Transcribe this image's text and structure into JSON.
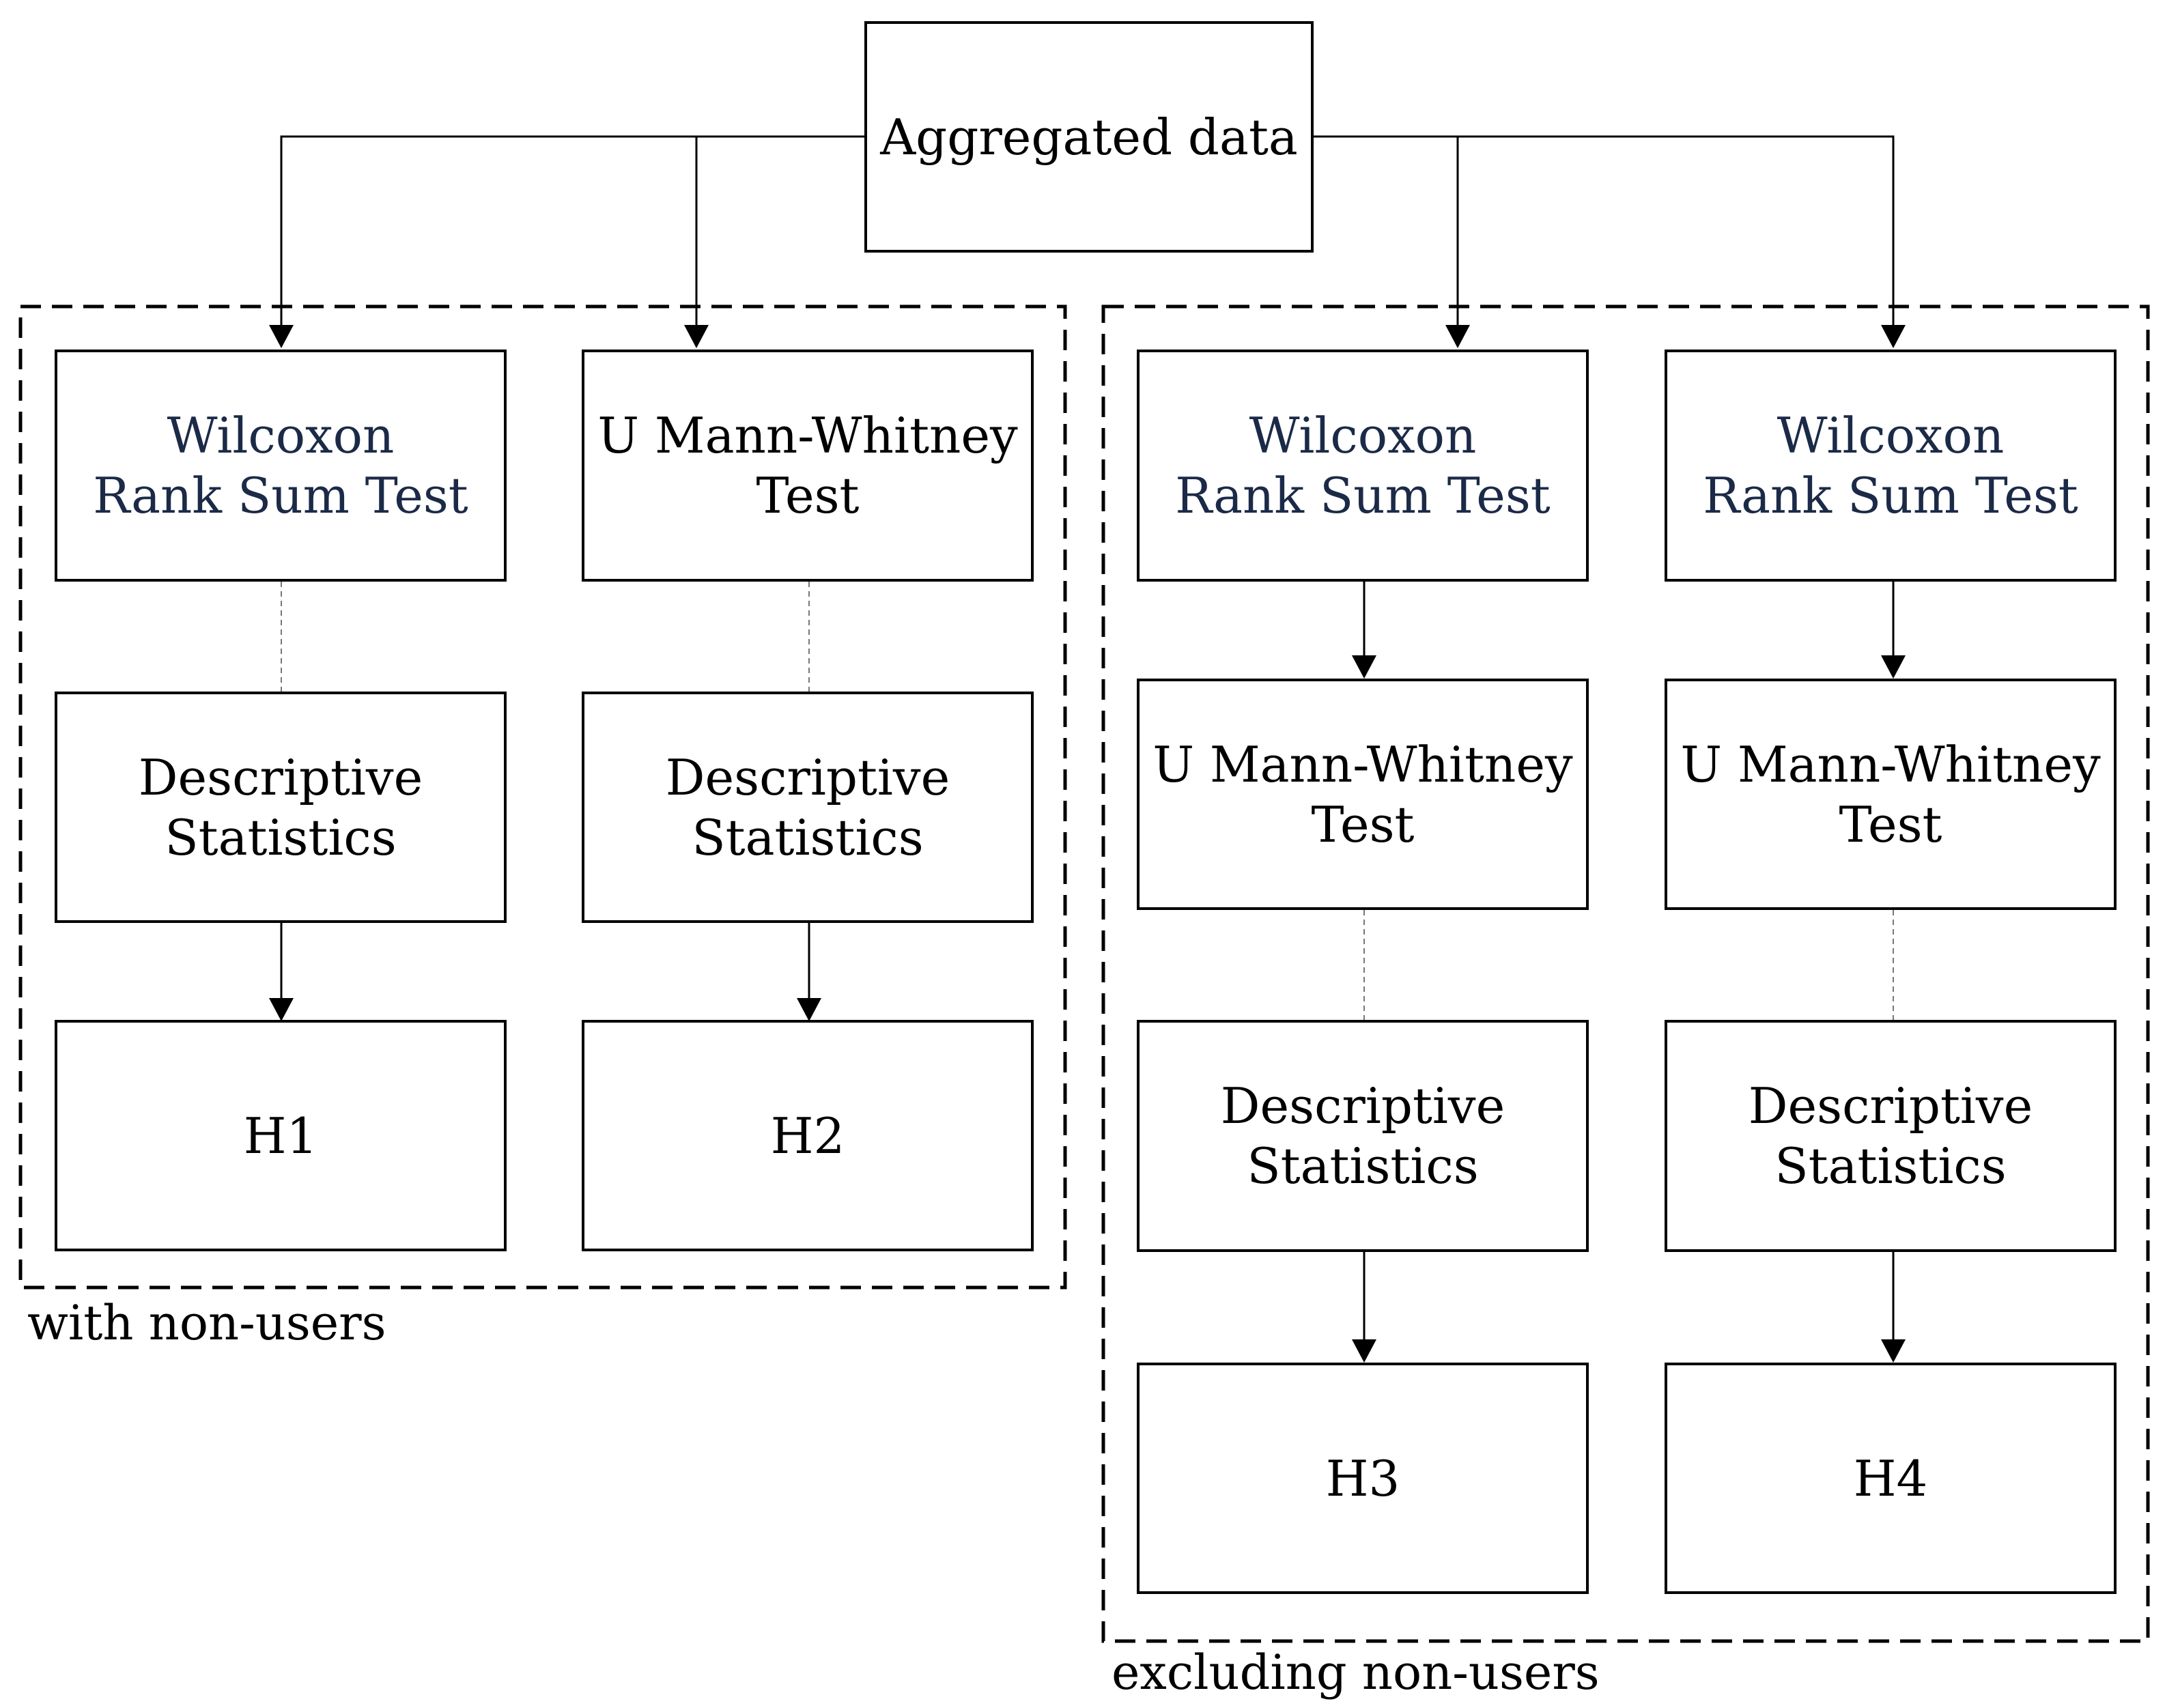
{
  "root": {
    "label": "Aggregated data"
  },
  "groups": {
    "with": {
      "label": "with non-users",
      "columns": [
        {
          "test": {
            "line1": "Wilcoxon",
            "line2": "Rank Sum Test"
          },
          "stats": {
            "line1": "Descriptive",
            "line2": "Statistics"
          },
          "hypothesis": "H1"
        },
        {
          "test": {
            "line1": "U Mann-Whitney",
            "line2": "Test"
          },
          "stats": {
            "line1": "Descriptive",
            "line2": "Statistics"
          },
          "hypothesis": "H2"
        }
      ]
    },
    "excluding": {
      "label": "excluding non-users",
      "columns": [
        {
          "test1": {
            "line1": "Wilcoxon",
            "line2": "Rank Sum Test"
          },
          "test2": {
            "line1": "U Mann-Whitney",
            "line2": "Test"
          },
          "stats": {
            "line1": "Descriptive",
            "line2": "Statistics"
          },
          "hypothesis": "H3"
        },
        {
          "test1": {
            "line1": "Wilcoxon",
            "line2": "Rank Sum Test"
          },
          "test2": {
            "line1": "U Mann-Whitney",
            "line2": "Test"
          },
          "stats": {
            "line1": "Descriptive",
            "line2": "Statistics"
          },
          "hypothesis": "H4"
        }
      ]
    }
  },
  "colors": {
    "wilcoxon_text": "#1b2a47",
    "default_text": "#000000",
    "border": "#000000"
  }
}
